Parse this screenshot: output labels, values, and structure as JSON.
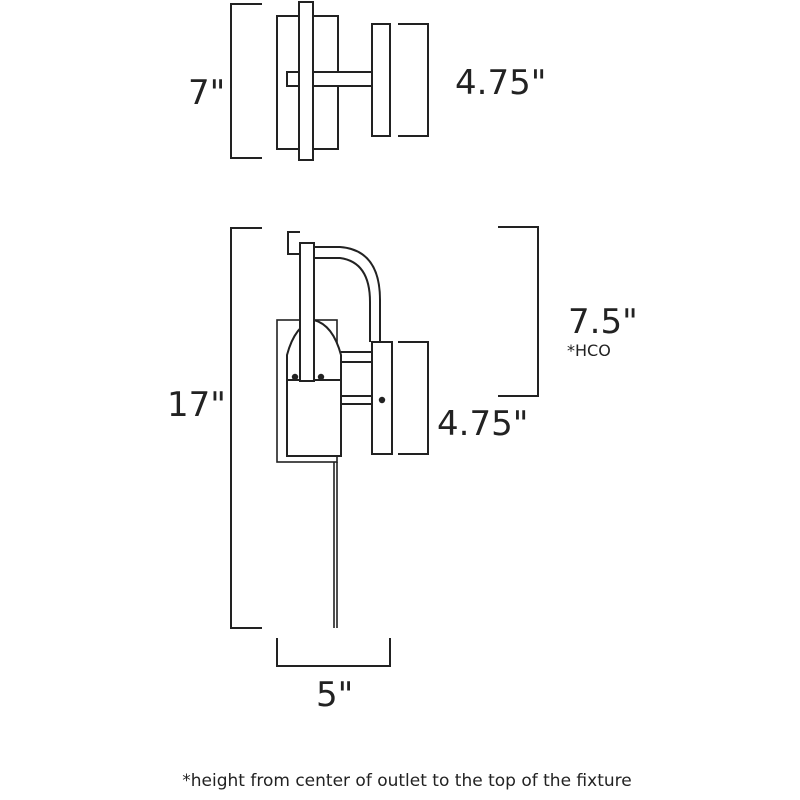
{
  "top_view": {
    "height_label": "7\"",
    "depth_label": "4.75\""
  },
  "side_view": {
    "height_label": "17\"",
    "hco_label": "7.5\"",
    "hco_note": "*HCO",
    "backplate_label": "4.75\"",
    "width_label": "5\""
  },
  "footnote": "*height from center of outlet to the top of the fixture"
}
